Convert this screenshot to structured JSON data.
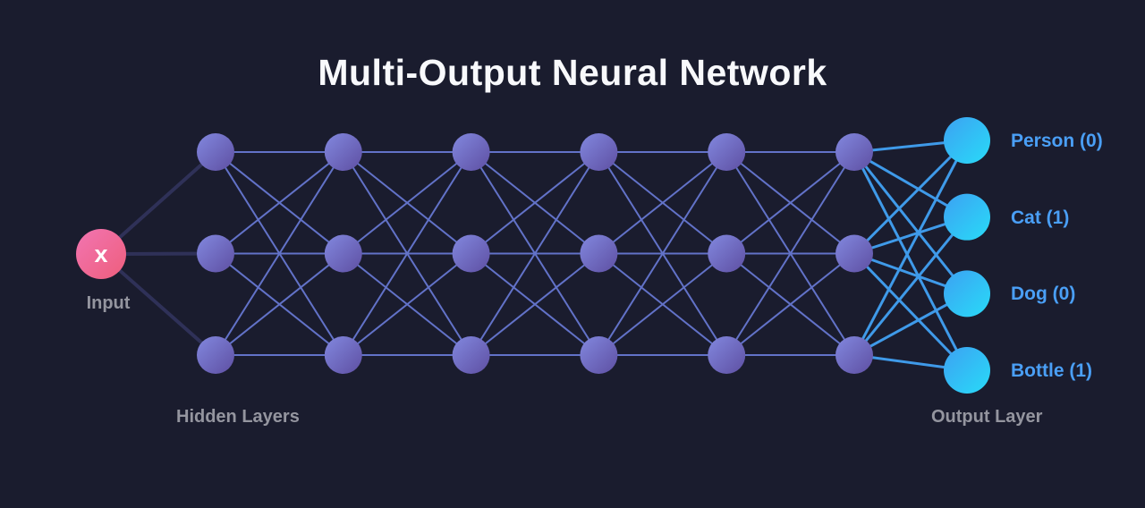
{
  "title": "Multi-Output Neural Network",
  "input_node": {
    "symbol": "x",
    "label": "Input"
  },
  "hidden": {
    "label": "Hidden Layers",
    "num_layers": 6,
    "nodes_per_layer": 3
  },
  "output": {
    "label": "Output Layer",
    "neurons": [
      "Person (0)",
      "Cat (1)",
      "Dog (0)",
      "Bottle (1)"
    ]
  },
  "colors": {
    "background": "#1a1c2e",
    "title_text": "#f8f9fc",
    "section_label_text": "#94959f",
    "output_label_text": "#4a9ff6",
    "input_node_gradient_start": "#f275b2",
    "input_node_gradient_end": "#ee5e7c",
    "hidden_node_gradient_start": "#8288df",
    "hidden_node_gradient_end": "#5e4fa2",
    "output_node_gradient_start": "#3da1f2",
    "output_node_gradient_end": "#28dbf8",
    "input_edge": "#2f3158",
    "hidden_edge": "#6272c8",
    "output_edge": "#3f9ae9",
    "node_symbol_text": "#ffffff"
  }
}
